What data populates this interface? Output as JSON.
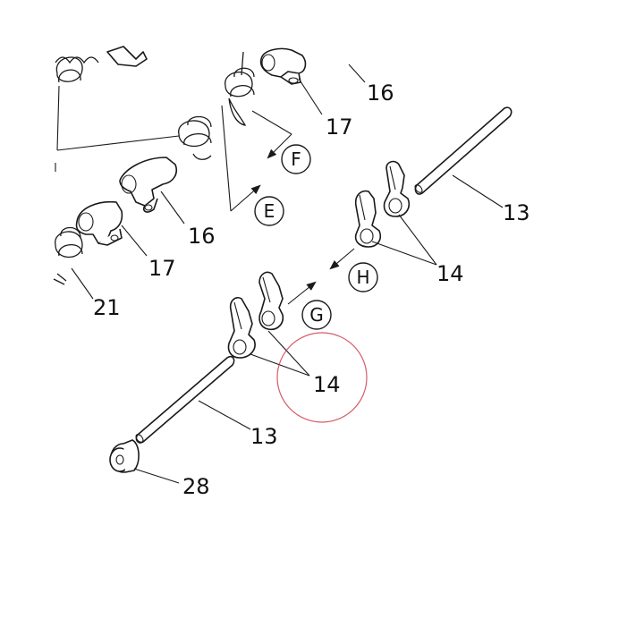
{
  "labels": {
    "l16a": "16",
    "l17a": "17",
    "l16b": "16",
    "l17b": "17",
    "l21": "21",
    "l13a": "13",
    "l14a": "14",
    "l14b": "14",
    "l13b": "13",
    "l28": "28"
  },
  "callouts": {
    "e": "E",
    "f": "F",
    "g": "G",
    "h": "H"
  },
  "colors": {
    "line": "#1a1a1a",
    "highlight": "#cc3344"
  }
}
